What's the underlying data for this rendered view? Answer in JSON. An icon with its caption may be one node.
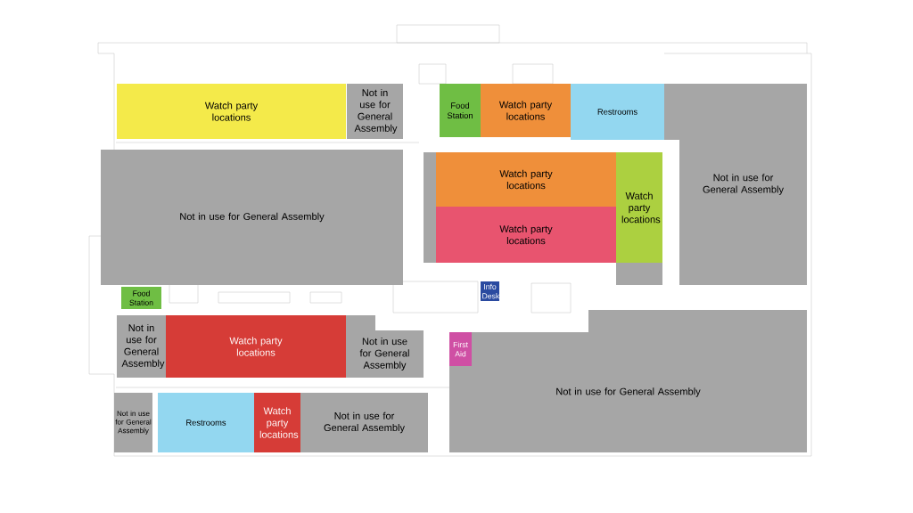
{
  "diagram": {
    "nodes": [
      {
        "text": [
          "Watch party locations"
        ]
      },
      {
        "text": [
          "Not in use for General Assembly"
        ]
      },
      {
        "text": [
          "Food Station"
        ]
      },
      {
        "text": [
          "Watch party locations"
        ]
      },
      {
        "text": [
          "Restrooms"
        ]
      },
      {
        "text": [
          "Not in use for General Assembly"
        ]
      },
      {
        "text": [
          "Not in use for General Assembly"
        ]
      },
      {
        "text": [
          "Watch party locations"
        ]
      },
      {
        "text": [
          "Watch party locations"
        ]
      },
      {
        "text": [
          "Watch party locations"
        ]
      },
      {
        "text": [
          "Food Station"
        ]
      },
      {
        "text": [
          "Info Desk"
        ]
      },
      {
        "text": [
          "Not in use for General Assembly"
        ]
      },
      {
        "text": [
          "Watch party locations"
        ]
      },
      {
        "text": [
          "Not in use for General Assembly"
        ]
      },
      {
        "text": [
          "First Aid"
        ],
        "in": 16
      },
      {
        "text": [
          "Not in use for General Assembly"
        ]
      },
      {
        "text": [
          "Not in use for General Assembly"
        ]
      },
      {
        "text": [
          "Restrooms"
        ]
      },
      {
        "text": [
          "Watch party locations"
        ]
      },
      {
        "text": [
          "Not in use for General Assembly"
        ]
      },
      {
        "text": [],
        "shape": "box"
      },
      {
        "text": [],
        "shape": "box"
      }
    ]
  }
}
